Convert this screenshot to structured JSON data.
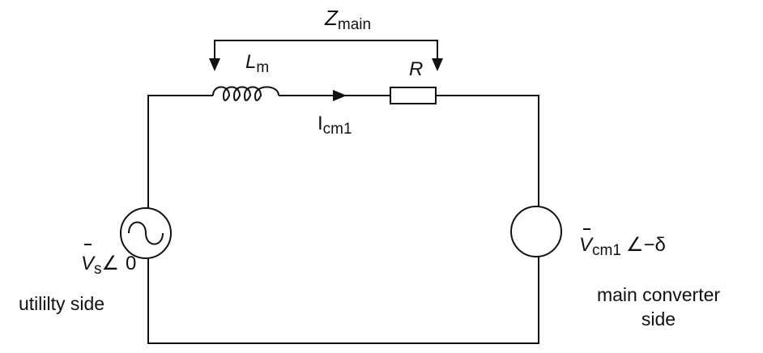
{
  "impedance": {
    "symbol": "Z",
    "subscript": "main"
  },
  "inductor": {
    "symbol": "L",
    "subscript": "m"
  },
  "resistor": {
    "symbol": "R"
  },
  "current": {
    "symbol": "I",
    "subscript": "cm1"
  },
  "source_left": {
    "symbol": "V",
    "subscript": "s",
    "angle_symbol": "∠",
    "angle_value": "0",
    "caption": "utililty side"
  },
  "source_right": {
    "symbol": "V",
    "subscript": "cm1",
    "angle_symbol": "∠",
    "angle_value": "−δ",
    "caption_line1": "main converter",
    "caption_line2": "side"
  }
}
